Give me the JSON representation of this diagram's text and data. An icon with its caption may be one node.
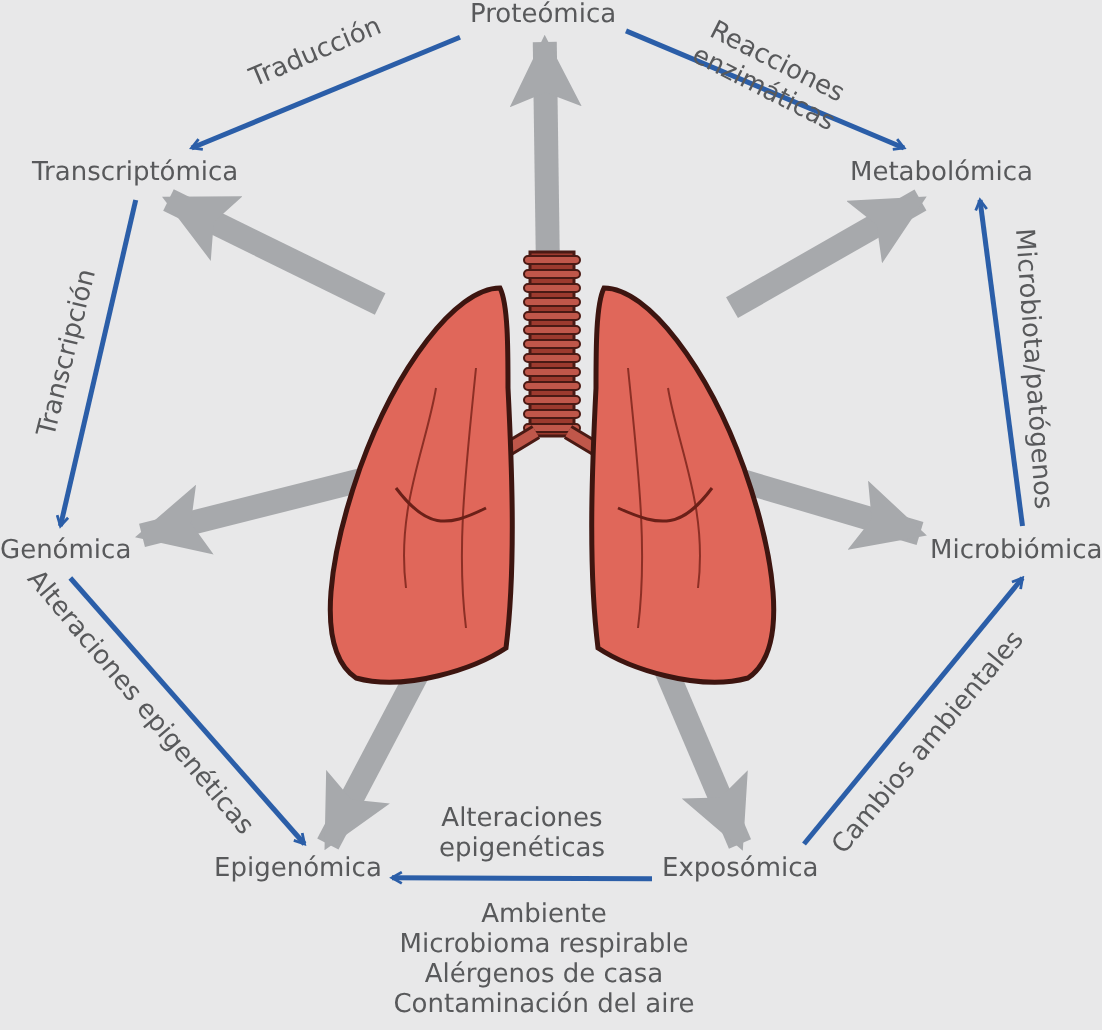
{
  "diagram": {
    "nodes": [
      {
        "text": [
          "Proteómica"
        ]
      },
      {
        "text": [
          "Transcriptómica"
        ]
      },
      {
        "text": [
          "Metabolómica"
        ]
      },
      {
        "text": [
          "Genómica"
        ]
      },
      {
        "text": [
          "Microbiómica"
        ]
      },
      {
        "text": [
          "Epigenómica"
        ]
      },
      {
        "text": [
          "Exposómica"
        ]
      },
      {
        "text": [],
        "shape": "picture"
      }
    ],
    "edges": [
      {
        "from": 0,
        "to": 1,
        "arrow": "to",
        "label": "Traducción",
        "color": "#2b5ea8"
      },
      {
        "from": 0,
        "to": 2,
        "arrow": "to",
        "label": "Reacciones enzimáticas",
        "color": "#2b5ea8"
      },
      {
        "from": 1,
        "to": 3,
        "arrow": "to",
        "label": "Transcripción",
        "color": "#2b5ea8"
      },
      {
        "from": 3,
        "to": 5,
        "arrow": "to",
        "label": "Alteraciones epigenéticas",
        "color": "#2b5ea8"
      },
      {
        "from": 6,
        "to": 5,
        "arrow": "to",
        "label": "Alteraciones epigenéticas",
        "color": "#2b5ea8"
      },
      {
        "from": 6,
        "to": 4,
        "arrow": "to",
        "label": "Cambios ambientales",
        "color": "#2b5ea8"
      },
      {
        "from": 4,
        "to": 2,
        "arrow": "to",
        "label": "Microbiota/patógenos",
        "color": "#2b5ea8"
      },
      {
        "from": 7,
        "to": 0,
        "arrow": "to",
        "style": "thick",
        "color": "#a7a9ac"
      },
      {
        "from": 7,
        "to": 1,
        "arrow": "to",
        "style": "thick",
        "color": "#a7a9ac"
      },
      {
        "from": 7,
        "to": 2,
        "arrow": "to",
        "style": "thick",
        "color": "#a7a9ac"
      },
      {
        "from": 7,
        "to": 3,
        "arrow": "to",
        "style": "thick",
        "color": "#a7a9ac"
      },
      {
        "from": 7,
        "to": 4,
        "arrow": "to",
        "style": "thick",
        "color": "#a7a9ac"
      },
      {
        "from": 7,
        "to": 5,
        "arrow": "to",
        "style": "thick",
        "color": "#a7a9ac"
      },
      {
        "from": 7,
        "to": 6,
        "arrow": "to",
        "style": "thick",
        "color": "#a7a9ac"
      }
    ],
    "labels": [
      "Ambiente",
      "Microbioma respirable",
      "Alérgenos de casa",
      "Contaminación del aire"
    ]
  }
}
